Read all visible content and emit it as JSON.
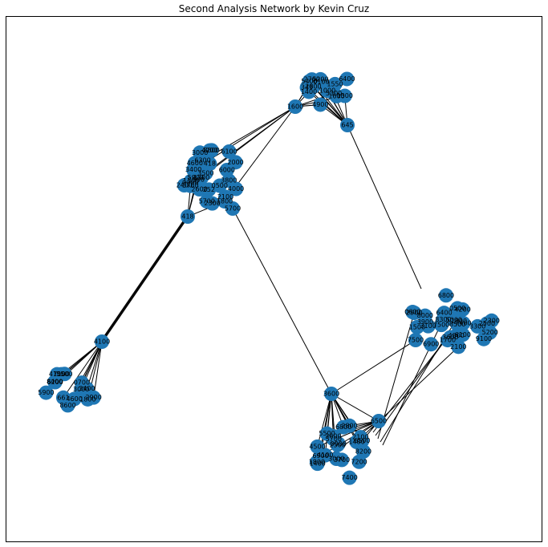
{
  "figure": {
    "title": "Second Analysis Network by Kevin Cruz"
  },
  "colors": {
    "node": "#1f77b4",
    "edge": "#000000",
    "frame": "#000000"
  },
  "network": {
    "clusters": [
      {
        "id": "A",
        "labels": [
          "349",
          "5300",
          "1400",
          "1300",
          "2700",
          "4900",
          "0100",
          "2800",
          "5200",
          "5400",
          "1000",
          "6400",
          "1600",
          "1550"
        ]
      },
      {
        "id": "B",
        "labels": [
          "0700",
          "6300",
          "1800",
          "1500",
          "3400",
          "2100",
          "2600",
          "4000",
          "2300",
          "5900",
          "4600",
          "8800",
          "0500",
          "1300",
          "3800",
          "3000",
          "6000",
          "0900",
          "2400",
          "1100",
          "252",
          "418",
          "5700",
          "6100",
          "2000",
          "4200",
          "3500"
        ]
      },
      {
        "id": "C",
        "labels": [
          "661",
          "4600",
          "7100",
          "8600",
          "3400",
          "6200",
          "2900",
          "5900",
          "8400",
          "1800",
          "0700",
          "3000",
          "5500",
          "4100"
        ]
      },
      {
        "id": "D",
        "labels": [
          "2100",
          "8500",
          "1800",
          "2900",
          "4200",
          "8300",
          "1700",
          "3300",
          "4800",
          "0500",
          "5000",
          "6400",
          "7500",
          "3900",
          "2300",
          "1500",
          "6900",
          "6800",
          "3600",
          "5200",
          "7400",
          "6100",
          "2500",
          "3100",
          "0600",
          "8000",
          "9100"
        ]
      },
      {
        "id": "E",
        "labels": [
          "3600",
          "6500",
          "1400",
          "1480",
          "6900",
          "2800",
          "4500",
          "5500",
          "3000",
          "8200",
          "5700",
          "6800",
          "4100",
          "2100",
          "7200",
          "1800",
          "2500",
          "0900",
          "7400",
          "3700"
        ]
      }
    ],
    "hubs": [
      "645",
      "1600",
      "418",
      "5700",
      "4100",
      "7500",
      "6500",
      "3600"
    ]
  }
}
